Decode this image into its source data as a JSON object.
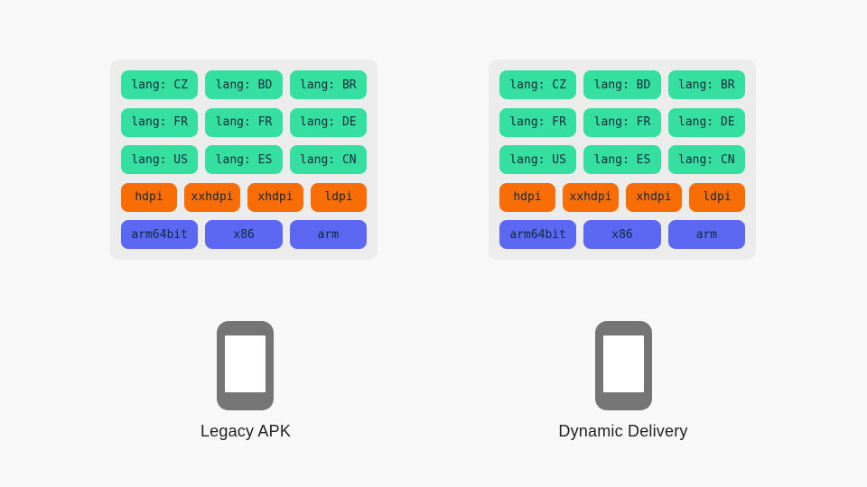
{
  "slide": {
    "background_color": "#F8F8F8",
    "panel_color": "#ECECEC",
    "chip_text_color": "#0F2A3A",
    "phone_color": "#757575",
    "label_color": "#202124"
  },
  "colors": {
    "lang": "#35DFA0",
    "dpi": "#F96D06",
    "abi": "#5C68F2"
  },
  "panels": [
    {
      "id": "legacy-apk",
      "label": "Legacy APK",
      "rows": [
        {
          "type": "lang",
          "chips": [
            "lang: CZ",
            "lang: BD",
            "lang: BR"
          ]
        },
        {
          "type": "lang",
          "chips": [
            "lang: FR",
            "lang: FR",
            "lang: DE"
          ]
        },
        {
          "type": "lang",
          "chips": [
            "lang: US",
            "lang: ES",
            "lang: CN"
          ]
        },
        {
          "type": "dpi",
          "chips": [
            "hdpi",
            "xxhdpi",
            "xhdpi",
            "ldpi"
          ]
        },
        {
          "type": "abi",
          "chips": [
            "arm64bit",
            "x86",
            "arm"
          ]
        }
      ]
    },
    {
      "id": "dynamic-delivery",
      "label": "Dynamic Delivery",
      "rows": [
        {
          "type": "lang",
          "chips": [
            "lang: CZ",
            "lang: BD",
            "lang: BR"
          ]
        },
        {
          "type": "lang",
          "chips": [
            "lang: FR",
            "lang: FR",
            "lang: DE"
          ]
        },
        {
          "type": "lang",
          "chips": [
            "lang: US",
            "lang: ES",
            "lang: CN"
          ]
        },
        {
          "type": "dpi",
          "chips": [
            "hdpi",
            "xxhdpi",
            "xhdpi",
            "ldpi"
          ]
        },
        {
          "type": "abi",
          "chips": [
            "arm64bit",
            "x86",
            "arm"
          ]
        }
      ]
    }
  ]
}
